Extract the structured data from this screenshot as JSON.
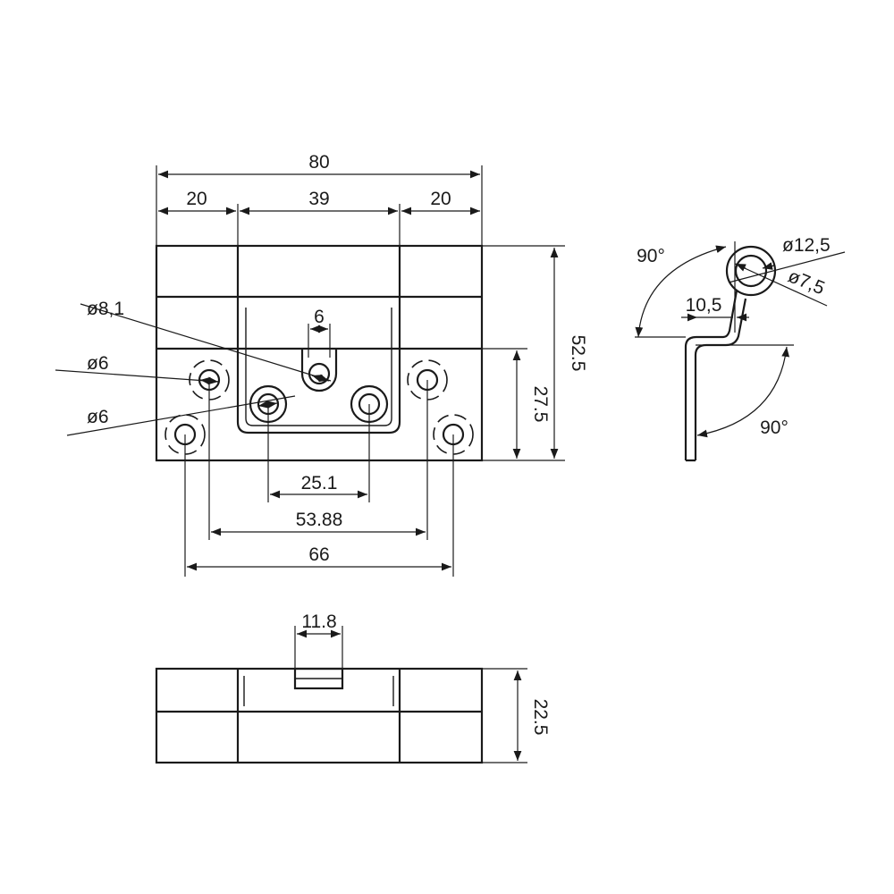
{
  "dimensions": {
    "overall_width": "80",
    "left_leaf_width": "20",
    "center_width": "39",
    "right_leaf_width": "20",
    "total_height": "52.5",
    "lower_height": "27.5",
    "slot_width": "6",
    "slot_hole_dia": "ø8,1",
    "hole_dia_upper": "ø6",
    "hole_dia_lower": "ø6",
    "inner_hole_spacing": "25.1",
    "mid_hole_spacing": "53.88",
    "outer_hole_spacing": "66",
    "tab_width": "11.8",
    "bottom_view_height": "22.5",
    "side_outer_dia": "ø12,5",
    "side_inner_dia": "ø7,5",
    "side_offset": "10,5",
    "angle_top": "90°",
    "angle_bottom": "90°"
  }
}
